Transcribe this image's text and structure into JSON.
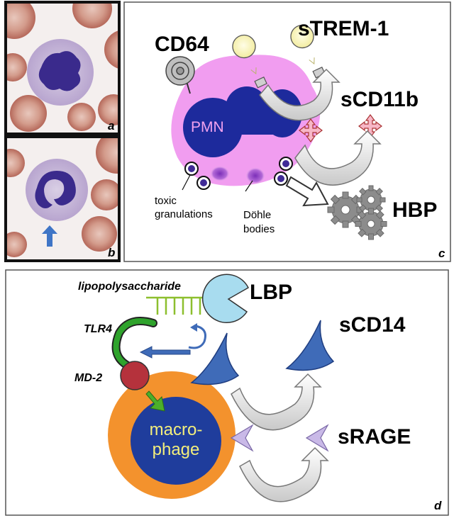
{
  "panels": {
    "a": {
      "letter": "a"
    },
    "b": {
      "letter": "b"
    },
    "c": {
      "letter": "c",
      "labels": {
        "cd64": "CD64",
        "strem1": "sTREM-1",
        "scd11b": "sCD11b",
        "hbp": "HBP",
        "pmn": "PMN",
        "toxic_line1": "toxic",
        "toxic_line2": "granulations",
        "dohle_line1": "Döhle",
        "dohle_line2": "bodies"
      }
    },
    "d": {
      "letter": "d",
      "labels": {
        "lps": "lipopolysaccharide",
        "lbp": "LBP",
        "scd14": "sCD14",
        "tlr4": "TLR4",
        "md2": "MD-2",
        "macro_line1": "macro-",
        "macro_line2": "phage",
        "srage": "sRAGE"
      }
    }
  },
  "colors": {
    "pmn_cytoplasm": "#f19df0",
    "nucleus": "#1d2a9c",
    "pmn_text": "#f2a2ee",
    "macrophage_outer": "#f3922d",
    "macrophage_inner": "#1f3d9c",
    "macrophage_text": "#f3ee7c",
    "lbp": "#a8dcef",
    "cd14": "#3f6bb8",
    "tlr4": "#2fa32c",
    "md2": "#b5323c",
    "srage": "#c9b9e7"
  }
}
